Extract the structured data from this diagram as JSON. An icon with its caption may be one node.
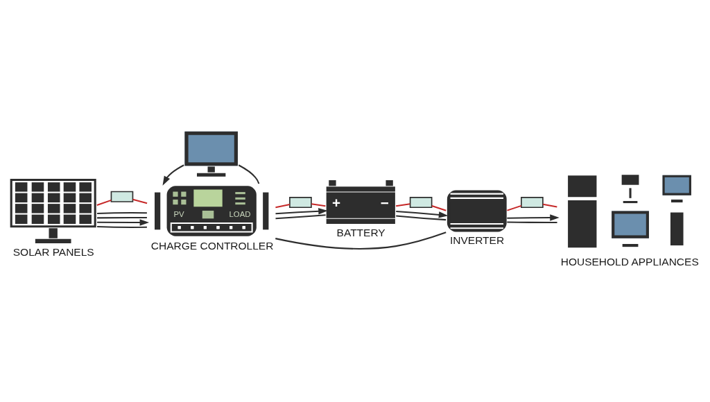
{
  "diagram": {
    "nodes": [
      {
        "text": [],
        "shape": "picture"
      },
      {
        "text": [
          "SOLAR PANELS"
        ]
      },
      {
        "text": [],
        "shape": "box"
      },
      {
        "text": [
          "PV",
          "LOAD",
          "CHARGE CONTROLLER"
        ]
      },
      {
        "text": [],
        "shape": "box"
      },
      {
        "text": [
          "+",
          "−",
          "BATTERY"
        ]
      },
      {
        "text": [],
        "shape": "box"
      },
      {
        "text": [
          "INVERTER"
        ]
      },
      {
        "text": [],
        "shape": "box"
      },
      {
        "text": [
          "HOUSEHOLD APPLIANCES"
        ]
      }
    ],
    "edges": [
      {
        "from": 0,
        "to": 3,
        "arrow": "none"
      },
      {
        "from": 0,
        "to": 3,
        "arrow": "to"
      },
      {
        "from": 1,
        "to": 2,
        "arrow": "none",
        "color": "#c62828"
      },
      {
        "from": 2,
        "to": 3,
        "arrow": "none",
        "color": "#c62828"
      },
      {
        "from": 1,
        "to": 3,
        "arrow": "none"
      },
      {
        "from": 1,
        "to": 3,
        "arrow": "to"
      },
      {
        "from": 3,
        "to": 4,
        "arrow": "none",
        "color": "#c62828"
      },
      {
        "from": 4,
        "to": 5,
        "arrow": "none",
        "color": "#c62828"
      },
      {
        "from": 3,
        "to": 5,
        "arrow": "none"
      },
      {
        "from": 3,
        "to": 5,
        "arrow": "to"
      },
      {
        "from": 5,
        "to": 6,
        "arrow": "none",
        "color": "#c62828"
      },
      {
        "from": 6,
        "to": 7,
        "arrow": "none",
        "color": "#c62828"
      },
      {
        "from": 5,
        "to": 7,
        "arrow": "none"
      },
      {
        "from": 5,
        "to": 7,
        "arrow": "to"
      },
      {
        "from": 7,
        "to": 8,
        "arrow": "none",
        "color": "#c62828"
      },
      {
        "from": 8,
        "to": 9,
        "arrow": "none",
        "color": "#c62828"
      },
      {
        "from": 7,
        "to": 9,
        "arrow": "none"
      },
      {
        "from": 7,
        "to": 9,
        "arrow": "to"
      },
      {
        "from": 1,
        "to": 3,
        "arrow": "none"
      },
      {
        "from": 1,
        "to": 3,
        "arrow": "none"
      },
      {
        "from": 3,
        "to": 7,
        "arrow": "none"
      }
    ]
  }
}
